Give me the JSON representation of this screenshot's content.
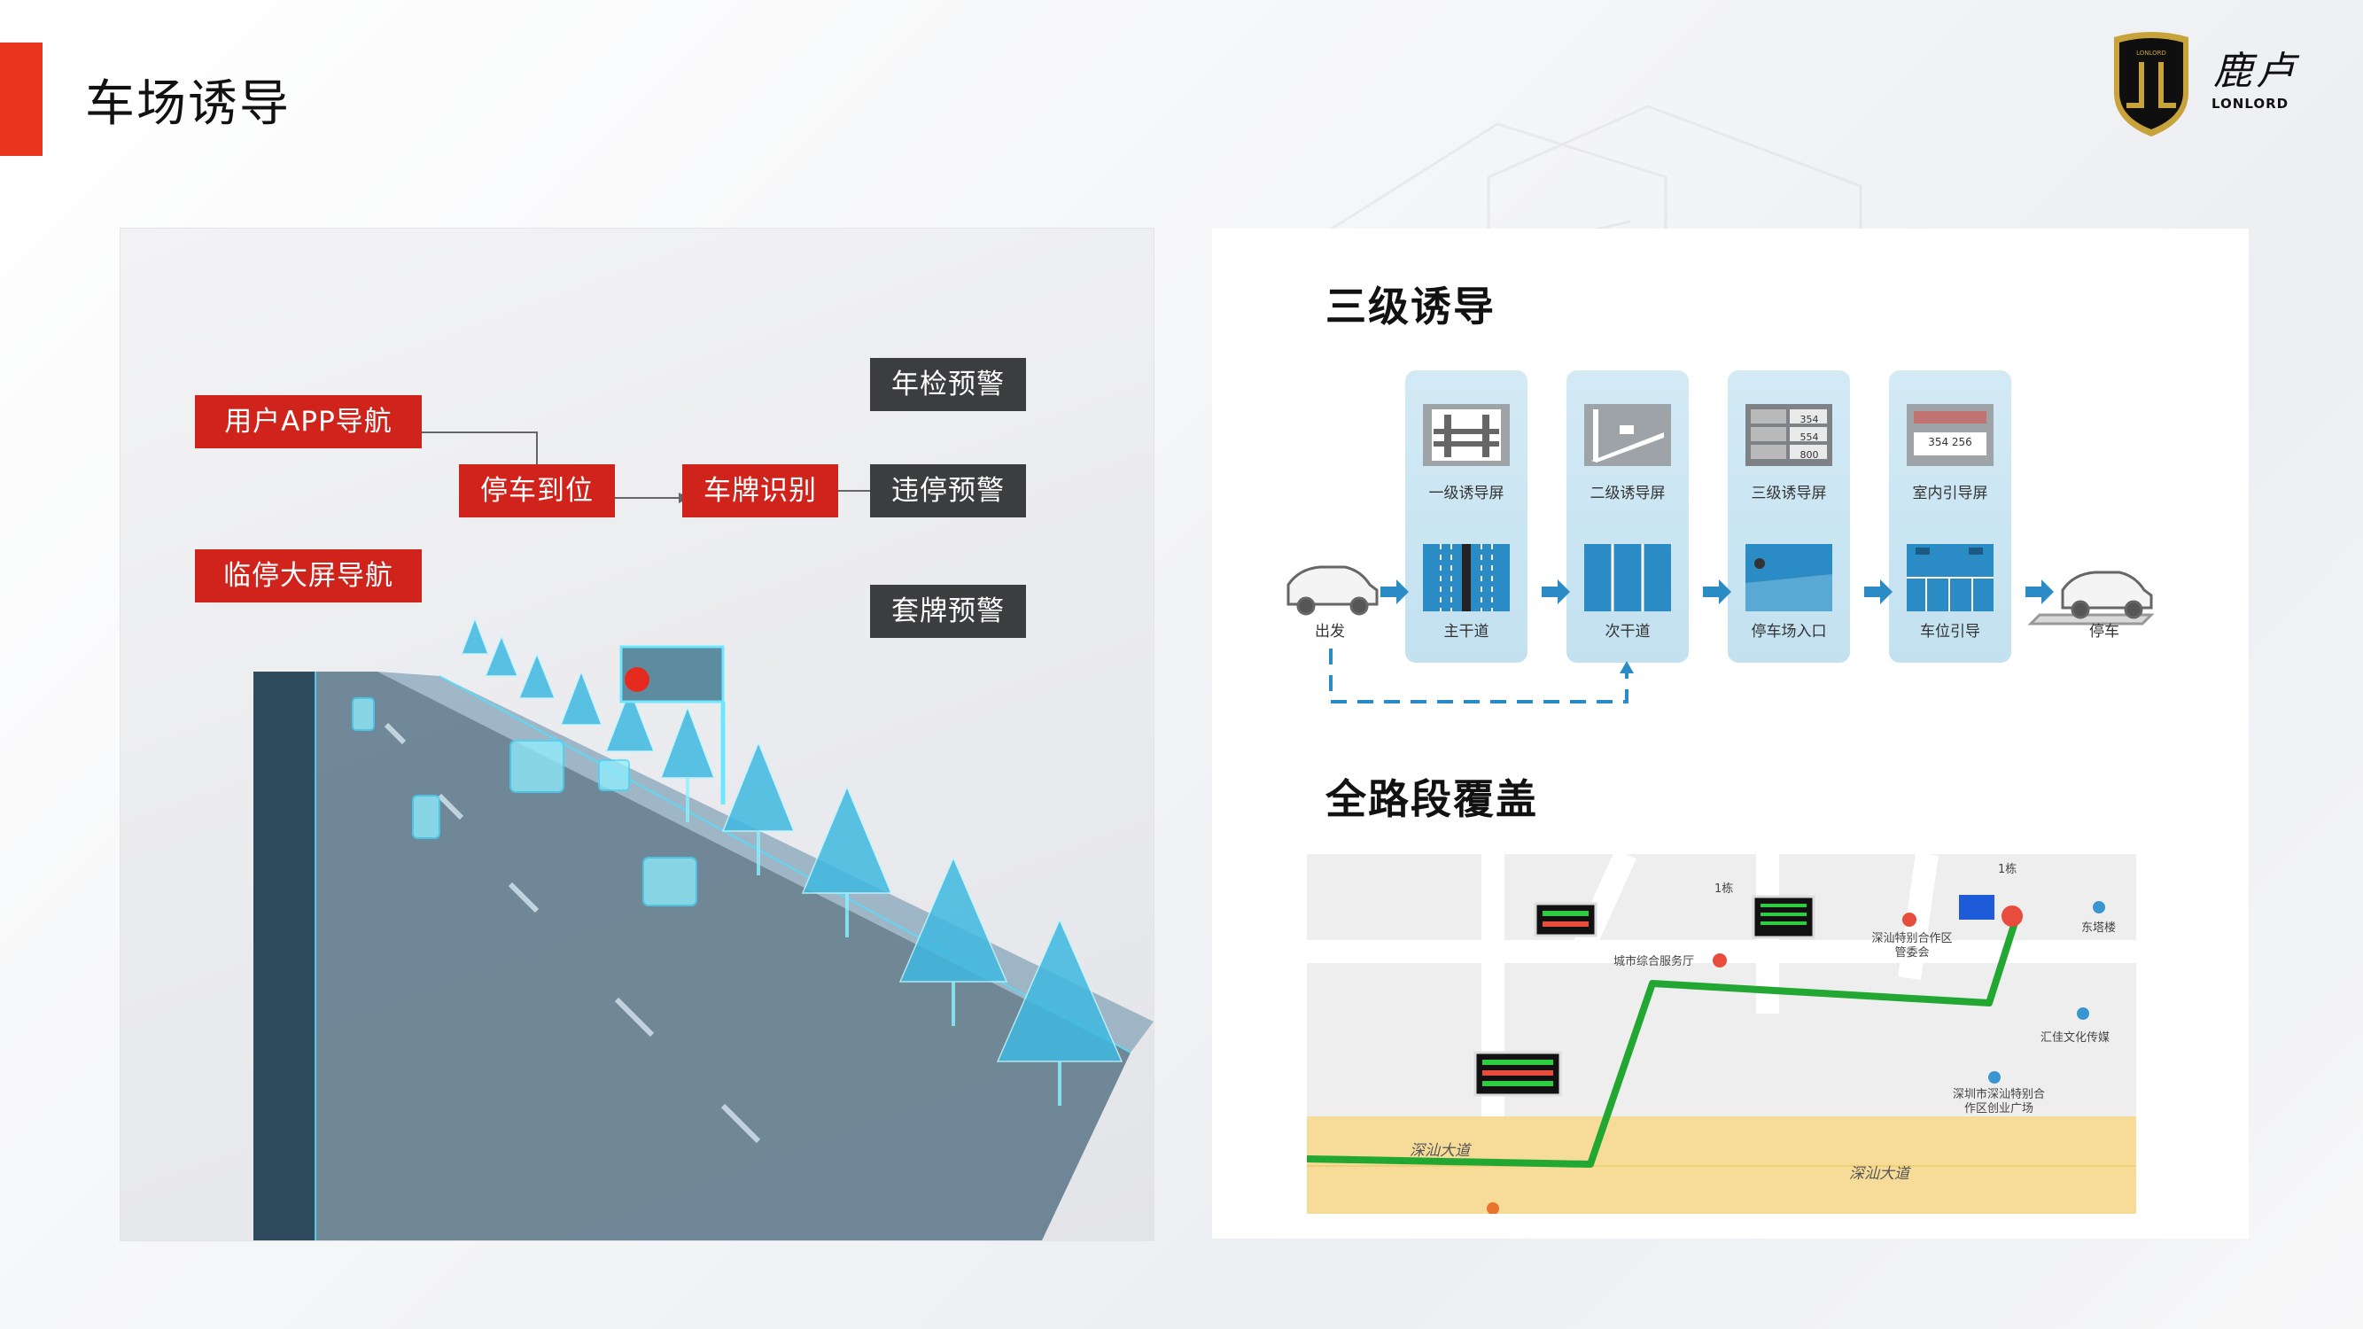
{
  "header": {
    "title": "车场诱导",
    "accent_color": "#e8341c"
  },
  "logo": {
    "cn_text": "鹿卢",
    "en_text": "LONLORD",
    "badge_text": "LONLORD",
    "color_gold": "#c8a23a",
    "color_dark": "#111111"
  },
  "left_panel": {
    "tags_red": {
      "user_app_nav": "用户APP导航",
      "parking_in_place": "停车到位",
      "plate_recognition": "车牌识别",
      "temp_screen_nav": "临停大屏导航"
    },
    "tags_dark": {
      "inspection_warning": "年检预警",
      "illegal_parking_warning": "违停预警",
      "fake_plate_warning": "套牌预警"
    },
    "red_color": "#d0231b",
    "dark_color": "#3c3d3f"
  },
  "right_panel": {
    "section1_title": "三级诱导",
    "section2_title": "全路段覆盖",
    "flow": {
      "start_label": "出发",
      "end_label": "停车",
      "columns": [
        {
          "screen_label": "一级诱导屏",
          "road_label": "主干道"
        },
        {
          "screen_label": "二级诱导屏",
          "road_label": "次干道"
        },
        {
          "screen_label": "三级诱导屏",
          "road_label": "停车场入口"
        },
        {
          "screen_label": "室内引导屏",
          "road_label": "车位引导"
        }
      ],
      "level3_rows": [
        "354",
        "554",
        "800"
      ],
      "indoor_numbers": "354 256"
    },
    "map": {
      "road_name_left": "深汕大道",
      "road_name_right": "深汕大道",
      "poi": {
        "service_hall": "城市综合服务厅",
        "committee": "深汕特别合作区管委会",
        "east_building": "东塔楼",
        "culture_media": "汇佳文化传媒",
        "startup_plaza": "深圳市深汕特别合作区创业广场",
        "building_1": "1栋",
        "building_1b": "1栋"
      },
      "route_color": "#22a832"
    }
  }
}
